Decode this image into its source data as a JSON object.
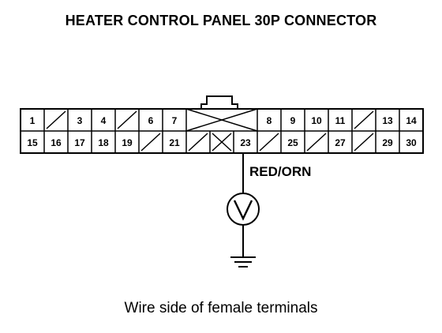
{
  "title": "HEATER CONTROL PANEL 30P CONNECTOR",
  "caption": "Wire side of female terminals",
  "wire_label": "RED/ORN",
  "meter_symbol": "V",
  "icons": {
    "meter": "voltmeter-icon",
    "ground": "ground-icon",
    "lock": "connector-lock-tab"
  },
  "connector": {
    "row1": [
      "1",
      "/",
      "3",
      "4",
      "/",
      "6",
      "7",
      "LOCK",
      "LOCK",
      "LOCK",
      "8",
      "9",
      "10",
      "11",
      "/",
      "13",
      "14"
    ],
    "row2": [
      "15",
      "16",
      "17",
      "18",
      "19",
      "/",
      "21",
      "/",
      "X",
      "23",
      "/",
      "25",
      "/",
      "27",
      "/",
      "29",
      "30"
    ],
    "probed_terminal": "23"
  }
}
